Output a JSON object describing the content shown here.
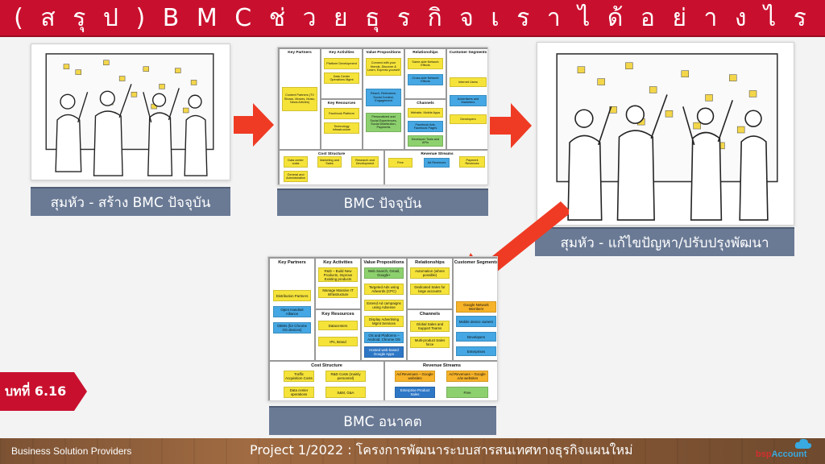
{
  "title": "( ส รุ ป )  B M C  ช่ ว ย ธุ ร กิ จ เ ร า ไ ด้ อ ย่ า ง ไ ร",
  "captions": {
    "step1": "สุมหัว - สร้าง BMC ปัจจุบัน",
    "step2": "BMC ปัจจุบัน",
    "step3": "สุมหัว - แก้ไขปัญหา/ปรับปรุงพัฒนา",
    "step4": "BMC อนาคต"
  },
  "badge": "บทที่ 6.16",
  "footer": {
    "left": "Business Solution Providers",
    "center": "Project 1/2022  :  โครงการพัฒนาระบบสารสนเทศทางธุรกิจแผนใหม่",
    "logo_bsp": "bsp",
    "logo_account": "Account"
  },
  "bmc_headers": {
    "key_partners": "Key Partners",
    "key_activities": "Key Activities",
    "value_propositions": "Value Propositions",
    "relationships": "Relationships",
    "customer_segments": "Customer Segments",
    "key_resources": "Key Resources",
    "channels": "Channels",
    "cost_structure": "Cost Structure",
    "revenue_streams": "Revenue Streams"
  },
  "bmc_current": {
    "kp": [
      "Content Partners (TV Shows, Movies, Music, News Articles)"
    ],
    "ka": [
      "Platform Development",
      "Data Center Operations Mgmt"
    ],
    "kr": [
      "Facebook Platform",
      "Technology Infrastructure"
    ],
    "vp": [
      "Connect with your friends, Discover & Learn, Express yourself",
      "Reach, Relevance, Social Context, Engagement",
      "Personalized and Social Experiences, Social Distribution, Payments"
    ],
    "rel": [
      "Same-side Network Effects",
      "Cross-side Network Effects"
    ],
    "ch": [
      "Website, Mobile Apps",
      "Facebook Ads, Facebook Pages",
      "Developer Tools and APIs"
    ],
    "cs": [
      "Internet Users",
      "Advertisers and Marketers",
      "Developers"
    ],
    "cost": [
      "Data center costs",
      "Marketing and Sales",
      "Research and Development",
      "General and Administrative"
    ],
    "rev": [
      "Free",
      "Ad Revenues",
      "Payment Revenues"
    ]
  },
  "bmc_future": {
    "kp": [
      "Distribution Partners",
      "Open Handset Alliance",
      "OEMs (for Chrome OS devices)"
    ],
    "ka": [
      "R&D – Build New Products, Improve Existing products",
      "Manage Massive IT Infrastructure"
    ],
    "kr": [
      "Datacenters",
      "IPs, Brand"
    ],
    "vp": [
      "Web Search, Gmail, Google+",
      "Targeted Ads using Adwords (CPC)",
      "Extend Ad campaigns using Adsense",
      "Display Advertising Mgmt Services",
      "OS and Platforms – Android, Chrome OS",
      "Hosted web-based Google Apps"
    ],
    "rel": [
      "Automation (where possible)",
      "Dedicated Sales for large accounts"
    ],
    "ch": [
      "Global Sales and Support Teams",
      "Multi-product Sales force"
    ],
    "cs": [
      "Google Network Members",
      "Mobile device owners",
      "Developers",
      "Enterprises"
    ],
    "cost": [
      "Traffic Acquisition Costs",
      "R&D Costs (mainly personnel)",
      "Data center operations",
      "S&M, G&A"
    ],
    "rev": [
      "Ad Revenues – Google websites",
      "Ad Revenues – Google .n/w websites",
      "Enterprise Product Sales",
      "Free"
    ]
  }
}
